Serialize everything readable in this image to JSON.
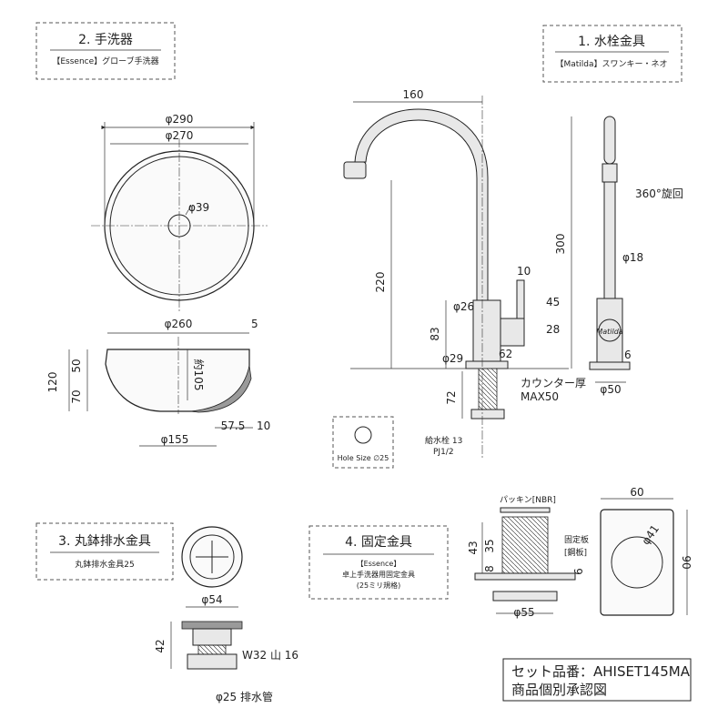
{
  "sections": {
    "basin": {
      "title": "2. 手洗器",
      "subtitle": "【Essence】グローブ手洗器"
    },
    "faucet": {
      "title": "1. 水栓金具",
      "subtitle": "【Matilda】スワンキー・ネオ"
    },
    "drain": {
      "title": "3. 丸鉢排水金具",
      "subtitle": "丸鉢排水金具25"
    },
    "fixing": {
      "title": "4. 固定金具",
      "subtitle_1": "【Essence】",
      "subtitle_2": "卓上手洗器用固定金具",
      "subtitle_3": "(25ミリ規格)"
    }
  },
  "basin_top": {
    "d290": "φ290",
    "d270": "φ270",
    "d39": "φ39"
  },
  "basin_side": {
    "d260": "φ260",
    "d5": "5",
    "h120": "120",
    "h50": "50",
    "h70": "70",
    "h105": "約105",
    "w57_5": "57.5",
    "w10": "10",
    "d155": "φ155"
  },
  "faucet_front": {
    "w160": "160",
    "h220": "220",
    "h83": "83",
    "h72": "72",
    "d26": "φ26",
    "d29": "φ29",
    "w62": "62",
    "w10": "10",
    "h45": "45",
    "h28": "28",
    "counter_1": "カウンター厚",
    "counter_2": "MAX50",
    "supply_1": "給水栓 13",
    "supply_2": "PJ1/2"
  },
  "faucet_side": {
    "h300": "300",
    "rotate": "360°旋回",
    "d18": "φ18",
    "h6": "6",
    "d50": "φ50",
    "brand": "Matilda"
  },
  "hole": {
    "label": "Hole Size ∅25"
  },
  "drain": {
    "d54": "φ54",
    "h42": "42",
    "thread": "W32 山 16",
    "pipe": "φ25 排水管"
  },
  "fixing_parts": {
    "packing": "パッキン[NBR]",
    "h43": "43",
    "h35": "35",
    "h8": "8",
    "plate_1": "固定板",
    "plate_2": "[鋼板]",
    "h6": "6",
    "d55": "φ55",
    "w60": "60",
    "h90": "90",
    "d41": "φ41"
  },
  "set_number": {
    "line1": "セット品番：AHISET145MA",
    "line2": "商品個別承認図"
  }
}
